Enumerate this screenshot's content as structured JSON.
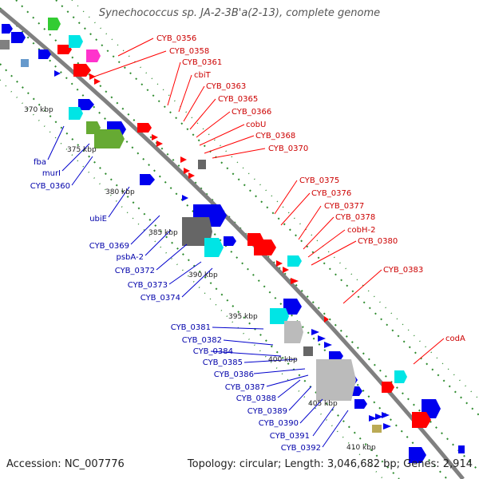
{
  "title": "Synechococcus sp. JA-2-3B'a(2-13), complete genome",
  "accession": "Accession: NC_007776",
  "summary": "Topology: circular; Length: 3,046,682 bp; Genes: 2,914",
  "colors": {
    "forward_gene": "#ff0000",
    "reverse_gene": "#0000ee",
    "forward_label": "#cc0000",
    "reverse_label": "#0000aa",
    "backbone": "#808080",
    "gc_dots": "#2e8b2e"
  },
  "kbp_ticks": [
    "370 kbp",
    "375 kbp",
    "380 kbp",
    "385 kbp",
    "390 kbp",
    "395 kbp",
    "400 kbp",
    "405 kbp",
    "410 kbp"
  ],
  "forward_labels": [
    "CYB_0356",
    "CYB_0358",
    "CYB_0361",
    "cbiT",
    "CYB_0363",
    "CYB_0365",
    "CYB_0366",
    "cobU",
    "CYB_0368",
    "CYB_0370",
    "CYB_0375",
    "CYB_0376",
    "CYB_0377",
    "CYB_0378",
    "cobH-2",
    "CYB_0380",
    "CYB_0383",
    "codA"
  ],
  "reverse_labels": [
    "fba",
    "murI",
    "CYB_0360",
    "ubiE",
    "CYB_0369",
    "psbA-2",
    "CYB_0372",
    "CYB_0373",
    "CYB_0374",
    "CYB_0381",
    "CYB_0382",
    "CYB_0384",
    "CYB_0385",
    "CYB_0386",
    "CYB_0387",
    "CYB_0388",
    "CYB_0389",
    "CYB_0390",
    "CYB_0391",
    "CYB_0392"
  ]
}
